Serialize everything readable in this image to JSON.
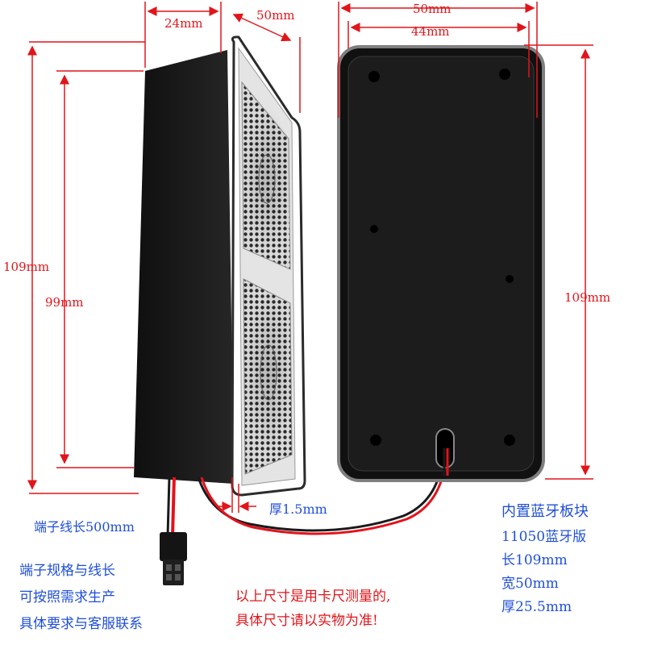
{
  "dimensions": {
    "depth": "24mm",
    "side_width": "50mm",
    "height_total": "109mm",
    "height_inner": "99mm",
    "back_width": "50mm",
    "back_inner_width": "44mm",
    "back_height": "109mm",
    "thickness": "厚1.5mm"
  },
  "wire_length_label": "端子线长500mm",
  "terminal_note": [
    "端子规格与线长",
    "可按照需求生产",
    "具体要求与客服联系"
  ],
  "measurement_note": [
    "以上尺寸是用卡尺测量的,",
    "具体尺寸请以实物为准!"
  ],
  "specs": {
    "title": "内置蓝牙板块",
    "model": "11050蓝牙版",
    "length": "长109mm",
    "width": "宽50mm",
    "thickness": "厚25.5mm"
  },
  "colors": {
    "dimension_red": "#e0151b",
    "text_blue": "#1f4fd8",
    "speaker_body": "#1a1a1a",
    "grille": "#c8c8c8"
  }
}
